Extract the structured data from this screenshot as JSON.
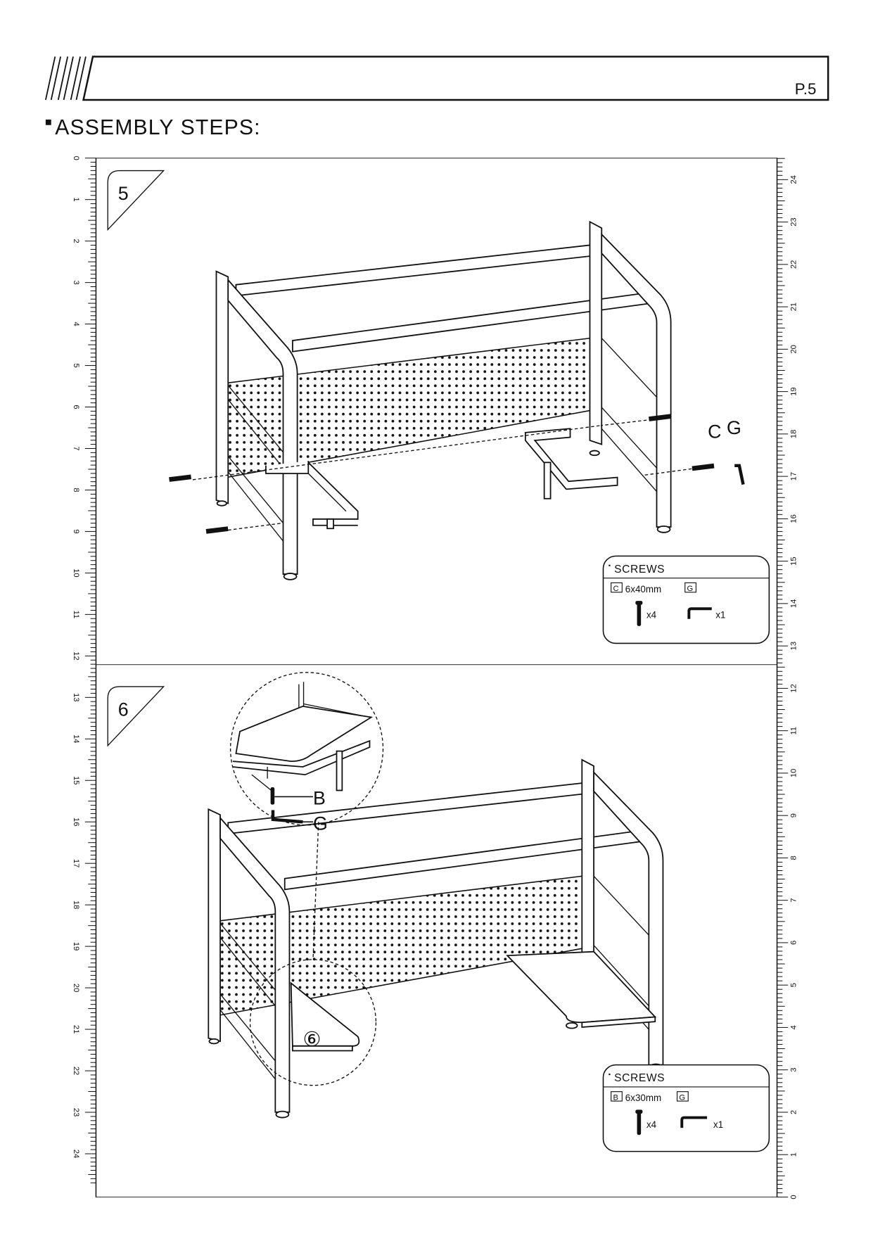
{
  "header": {
    "page_number": "P.5",
    "title": "ASSEMBLY STEPS:"
  },
  "ruler_left": {
    "labels": [
      "0",
      "1",
      "2",
      "3",
      "4",
      "5",
      "6",
      "7",
      "8",
      "9",
      "10",
      "11",
      "12",
      "13",
      "14",
      "15",
      "16",
      "17",
      "18",
      "19",
      "20",
      "21",
      "22",
      "23",
      "24"
    ]
  },
  "ruler_right": {
    "labels": [
      "0",
      "1",
      "2",
      "3",
      "4",
      "5",
      "6",
      "7",
      "8",
      "9",
      "10",
      "11",
      "12",
      "13",
      "14",
      "15",
      "16",
      "17",
      "18",
      "19",
      "20",
      "21",
      "22",
      "23",
      "24"
    ]
  },
  "steps": [
    {
      "number": "5",
      "callouts": [
        "C",
        "G"
      ],
      "screws": {
        "title": "SCREWS",
        "part_a_code": "C",
        "part_a_size": "6x40mm",
        "part_a_qty": "x4",
        "part_b_code": "G",
        "part_b_qty": "x1"
      }
    },
    {
      "number": "6",
      "callouts": [
        "B",
        "G",
        "⑥"
      ],
      "screws": {
        "title": "SCREWS",
        "part_a_code": "B",
        "part_a_size": "6x30mm",
        "part_a_qty": "x4",
        "part_b_code": "G",
        "part_b_qty": "x1"
      }
    }
  ]
}
